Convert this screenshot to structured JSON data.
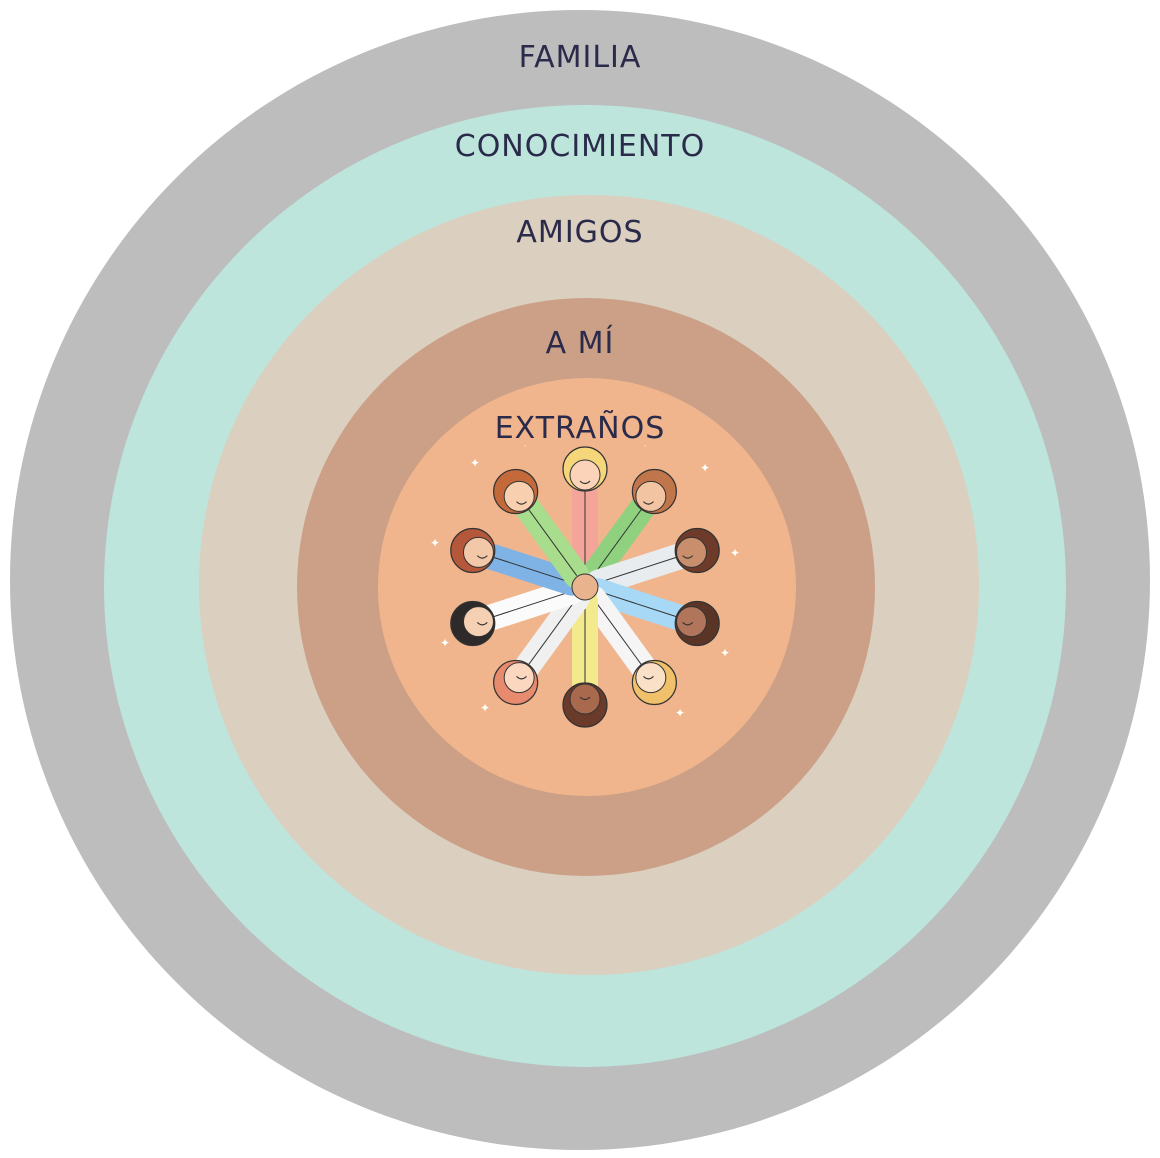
{
  "rings": [
    {
      "label": "FAMILIA",
      "color": "#bdbdbd"
    },
    {
      "label": "CONOCIMIENTO",
      "color": "#bde5dc"
    },
    {
      "label": "AMIGOS",
      "color": "#dbcfc0"
    },
    {
      "label": "A MÍ",
      "color": "#cba087"
    },
    {
      "label": "EXTRAÑOS",
      "color": "#f0b58c"
    }
  ],
  "center_illustration": {
    "icon": "people-circle-hands-icon"
  }
}
